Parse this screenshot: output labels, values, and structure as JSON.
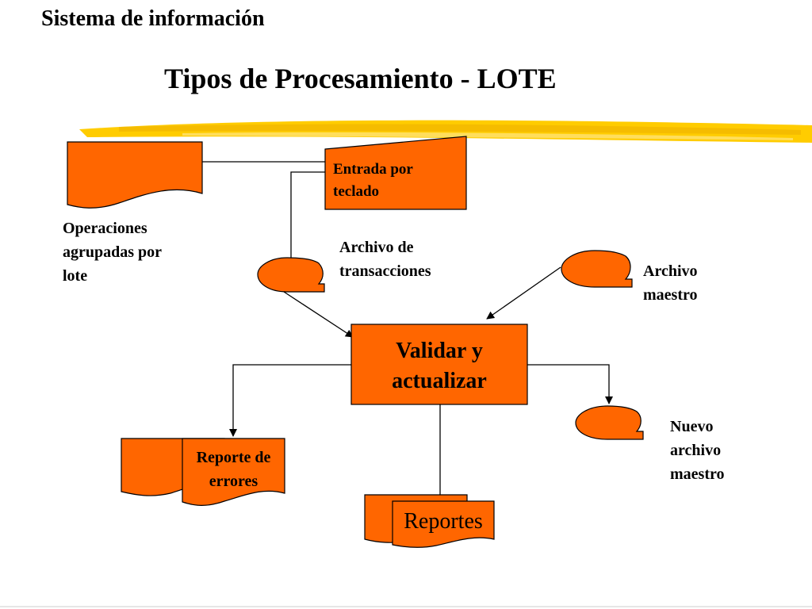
{
  "header": {
    "title": "Sistema de información"
  },
  "slide": {
    "title": "Tipos de Procesamiento  - LOTE"
  },
  "diagram": {
    "nodes": {
      "batch_ops": {
        "label_lines": [
          "Operaciones",
          "agrupadas por",
          "lote"
        ]
      },
      "keyboard_input": {
        "label_lines": [
          "Entrada por",
          "teclado"
        ]
      },
      "transactions_file": {
        "label_lines": [
          "Archivo de",
          "transacciones"
        ]
      },
      "master_file": {
        "label_lines": [
          "Archivo",
          "maestro"
        ]
      },
      "validate_update": {
        "label_lines": [
          "Validar y",
          "actualizar"
        ]
      },
      "error_report": {
        "label_lines": [
          "Reporte de",
          "errores"
        ]
      },
      "reports": {
        "label": "Reportes"
      },
      "new_master_file": {
        "label_lines": [
          "Nuevo",
          "archivo",
          "maestro"
        ]
      }
    },
    "colors": {
      "shape_fill": "#FF6600",
      "stroke": "#000000",
      "accent_stripe": "#FFCC00"
    }
  }
}
